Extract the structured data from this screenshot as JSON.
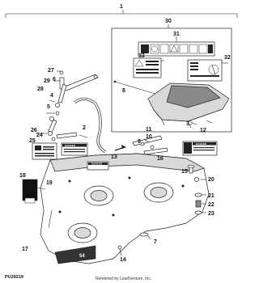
{
  "diagram": {
    "callouts": {
      "c1": "1",
      "c2": "2",
      "c3": "3",
      "c4": "4",
      "c5": "5",
      "c6": "6",
      "c7": "7",
      "c8": "8",
      "c9": "9",
      "c10": "10",
      "c11": "11",
      "c12": "12",
      "c13": "13",
      "c14": "14",
      "c15": "15",
      "c16": "16",
      "c17": "17",
      "c18": "18",
      "c19": "19",
      "c20": "20",
      "c21": "21",
      "c22": "22",
      "c23": "23",
      "c24": "24",
      "c25": "25",
      "c26": "26",
      "c27": "27",
      "c28": "28",
      "c29": "29",
      "c30": "30",
      "c31": "31",
      "c32": "32",
      "c33": "33"
    },
    "labels": {
      "danger_a": "DANGER",
      "danger_b": "DANGER",
      "danger_c": "DANGER",
      "deck_badge": "54"
    },
    "footer": {
      "figure_id": "PU28219",
      "rendered_by": "Rendered by LeadVenture, Inc."
    }
  }
}
